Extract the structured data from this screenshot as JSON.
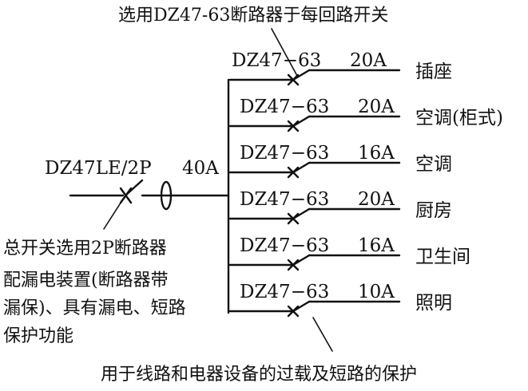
{
  "top_annotation": "选用DZ47-63断路器于每回路开关",
  "bottom_annotation": "用于线路和电器设备的过载及短路的保护",
  "main_breaker": {
    "model": "DZ47LE/2P",
    "rating": "40A",
    "description_lines": [
      "总开关选用2P断路器",
      "配漏电装置(断路器带",
      "漏保)、具有漏电、短路",
      "保护功能"
    ]
  },
  "branches": [
    {
      "model": "DZ47−63",
      "rating": "20A",
      "circuit": "插座"
    },
    {
      "model": "DZ47−63",
      "rating": "20A",
      "circuit": "空调(柜式)"
    },
    {
      "model": "DZ47−63",
      "rating": "16A",
      "circuit": "空调"
    },
    {
      "model": "DZ47−63",
      "rating": "20A",
      "circuit": "厨房"
    },
    {
      "model": "DZ47−63",
      "rating": "16A",
      "circuit": "卫生间"
    },
    {
      "model": "DZ47−63",
      "rating": "10A",
      "circuit": "照明"
    }
  ]
}
